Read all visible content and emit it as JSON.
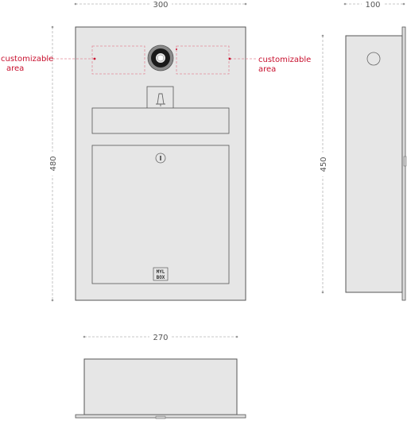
{
  "dimensions": {
    "front_width": "300",
    "front_height": "480",
    "side_depth": "100",
    "side_height": "450",
    "bottom_width": "270"
  },
  "labels": {
    "left_area_line1": "customizable",
    "left_area_line2": "area",
    "right_area_line1": "customizable",
    "right_area_line2": "area"
  },
  "logo": {
    "line1": "MYL",
    "line2": "BOX"
  },
  "colors": {
    "panel_fill": "#e6e6e6",
    "outline": "#555555",
    "dimension_line": "#b5b5b5",
    "accent_red": "#c8102e"
  }
}
